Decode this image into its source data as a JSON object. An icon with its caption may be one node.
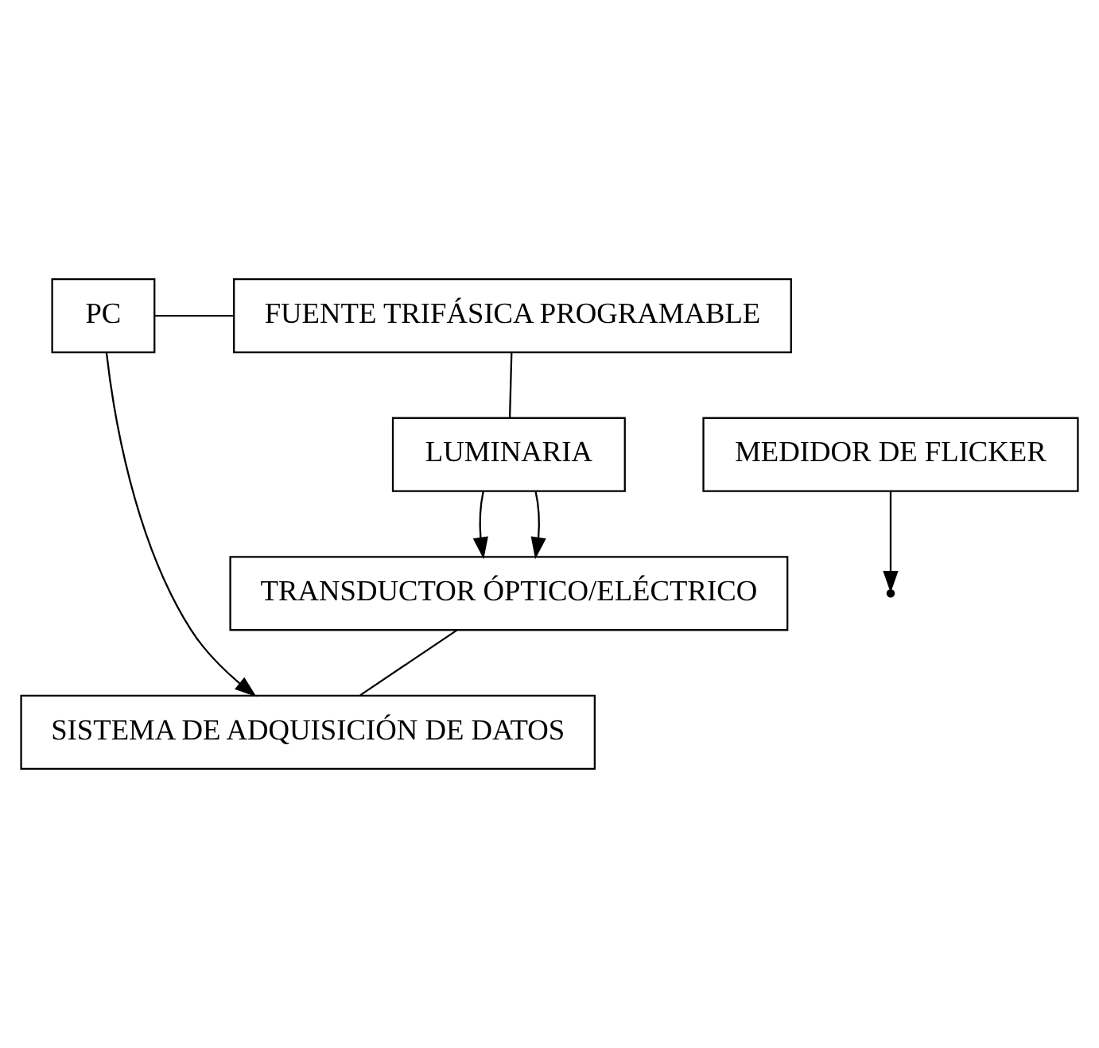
{
  "diagram": {
    "nodes": [
      {
        "text": [
          "PC"
        ]
      },
      {
        "text": [
          "FUENTE TRIFÁSICA PROGRAMABLE"
        ]
      },
      {
        "text": [
          "MEDIDOR DE FLICKER"
        ]
      },
      {
        "text": [
          "LUMINARIA"
        ]
      },
      {
        "text": [
          "TRANSDUCTOR ÓPTICO/ELÉCTRICO"
        ]
      },
      {
        "text": [
          "SISTEMA DE ADQUISICIÓN DE DATOS"
        ]
      }
    ],
    "edges": [
      {
        "from": 0,
        "to": 1,
        "arrow": "none"
      },
      {
        "from": 0,
        "to": 5,
        "arrow": "to"
      },
      {
        "from": 1,
        "to": 3,
        "arrow": "none"
      },
      {
        "from": 2,
        "to": null,
        "arrow": "to"
      },
      {
        "from": 3,
        "to": 4,
        "arrow": "to"
      },
      {
        "from": 3,
        "to": 4,
        "arrow": "to"
      },
      {
        "from": 4,
        "to": 5,
        "arrow": "none"
      }
    ]
  }
}
